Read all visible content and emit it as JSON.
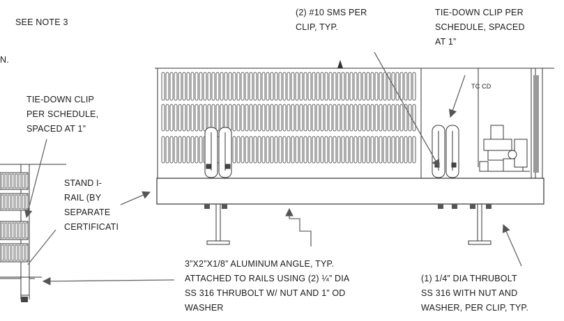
{
  "notes": {
    "see_note": "SEE NOTE 3",
    "cut_fragment": "N.",
    "sms_callout": "(2) #10 SMS PER\nCLIP, TYP.",
    "clip_right": "TIE-DOWN CLIP PER\nSCHEDULE, SPACED\nAT 1”",
    "clip_left": "TIE-DOWN CLIP\nPER SCHEDULE,\nSPACED AT 1”",
    "stand_rail": "STAND I-\nRAIL (BY\nSEPARATE\nCERTIFICATI",
    "angle_note": "3”X2”X1/8” ALUMINUM ANGLE, TYP.\nATTACHED TO RAILS USING (2) ¼” DIA\nSS 316 THRUBOLT W/ NUT AND 1” OD\nWASHER",
    "thrubolt_note": "(1) 1/4” DIA THRUBOLT\nSS 316 WITH NUT AND\nWASHER, PER CLIP, TYP.",
    "unit_label": "TC CD"
  }
}
